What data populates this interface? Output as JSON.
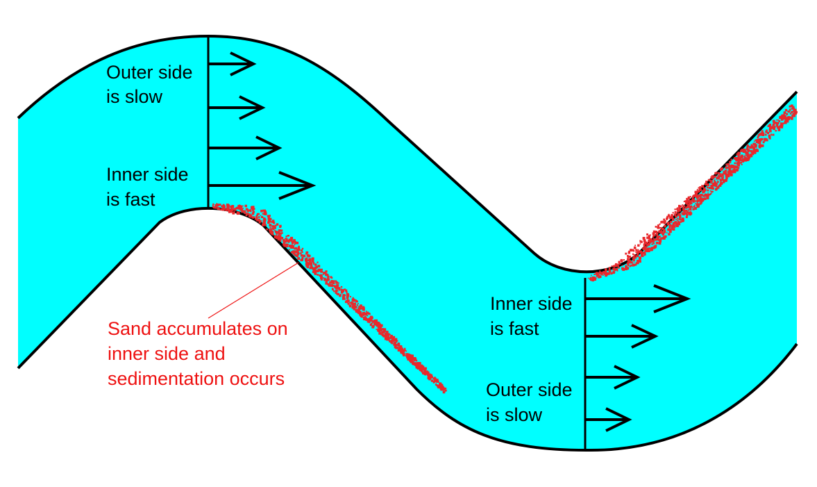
{
  "labels": {
    "top_outer_line1": "Outer side",
    "top_outer_line2": "is slow",
    "top_inner_line1": "Inner side",
    "top_inner_line2": "is fast",
    "bottom_inner_line1": "Inner side",
    "bottom_inner_line2": "is fast",
    "bottom_outer_line1": "Outer side",
    "bottom_outer_line2": "is slow",
    "sand_line1": "Sand accumulates on",
    "sand_line2": "inner side and",
    "sand_line3": "sedimentation occurs"
  },
  "colors": {
    "water": "#00ffff",
    "bank": "#000000",
    "sand": "#e8282c",
    "annotation": "#ee1111",
    "background": "#ffffff"
  }
}
